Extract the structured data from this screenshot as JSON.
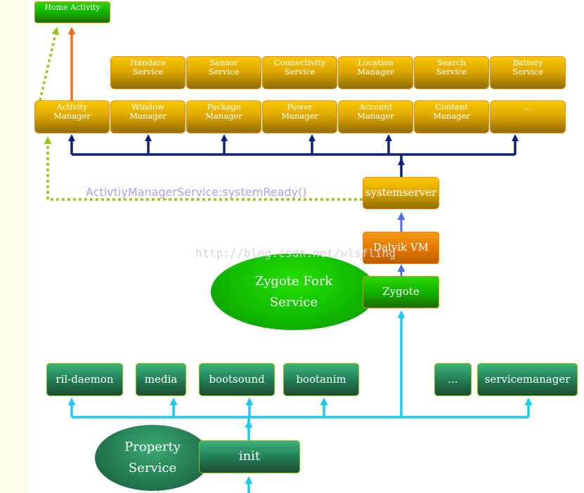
{
  "top": {
    "home": "Home Activity"
  },
  "services_row1": [
    "Handare\nService",
    "Sensor\nService",
    "Connectivity\nService",
    "Location\nManager",
    "Search\nService",
    "Battery\nService"
  ],
  "services_row2": [
    "Activity\nManager",
    "Window\nManager",
    "Package\nManager",
    "Power\nManager",
    "Account\nManager",
    "Content\nManager",
    "..."
  ],
  "system_ready_label": "ActivtiyManagerService:systemReady()",
  "systemserver": "systemserver",
  "dalvik": "Dalvik VM",
  "zygote_fork": "Zygote Fork\nService",
  "zygote": "Zygote",
  "daemons": [
    "ril-daemon",
    "media",
    "bootsound",
    "bootanim",
    "...",
    "servicemanager"
  ],
  "property_service": "Property\nService",
  "init": "init",
  "watermark": "http://blog.csdn.net/wlsfling",
  "colors": {
    "gold": "#e5b000",
    "orange": "#e57a00",
    "green": "#11b800",
    "teal": "#217a55",
    "dark_blue_arrow": "#0c1f7a",
    "cyan_arrow": "#1ec8ea",
    "mid_blue_arrow": "#4b6ee0",
    "orange_arrow": "#f07020",
    "dotted_green_arrow": "#9cc21c",
    "purple_text": "#b79bf0"
  }
}
